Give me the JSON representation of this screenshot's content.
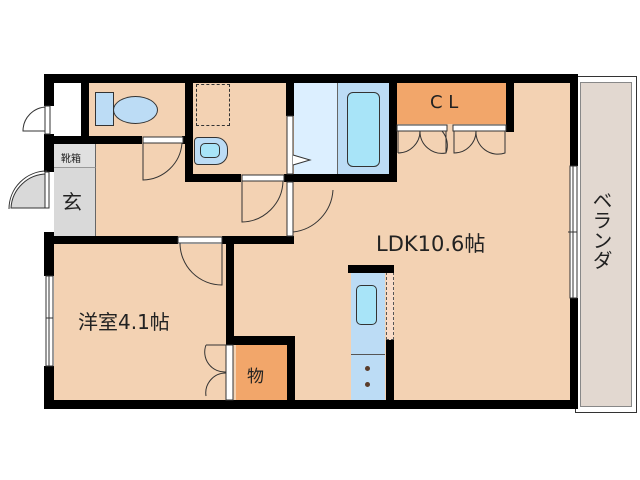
{
  "floorplan": {
    "rooms": {
      "ldk": {
        "label": "LDK10.6帖"
      },
      "western_room": {
        "label": "洋室4.1帖"
      },
      "closet": {
        "label": "C L"
      },
      "storage": {
        "label": "物"
      },
      "entrance": {
        "label": "玄"
      },
      "shoe_box": {
        "label": "靴箱"
      },
      "veranda": {
        "label": "ベランダ"
      }
    },
    "colors": {
      "floor": "#f3d2b3",
      "wall": "#000000",
      "closet": "#f2a66a",
      "entrance": "#d9d9d9",
      "bath": "#bcdcf5",
      "veranda": "#e2d8d0",
      "fixture": "#a8e4f8"
    }
  }
}
